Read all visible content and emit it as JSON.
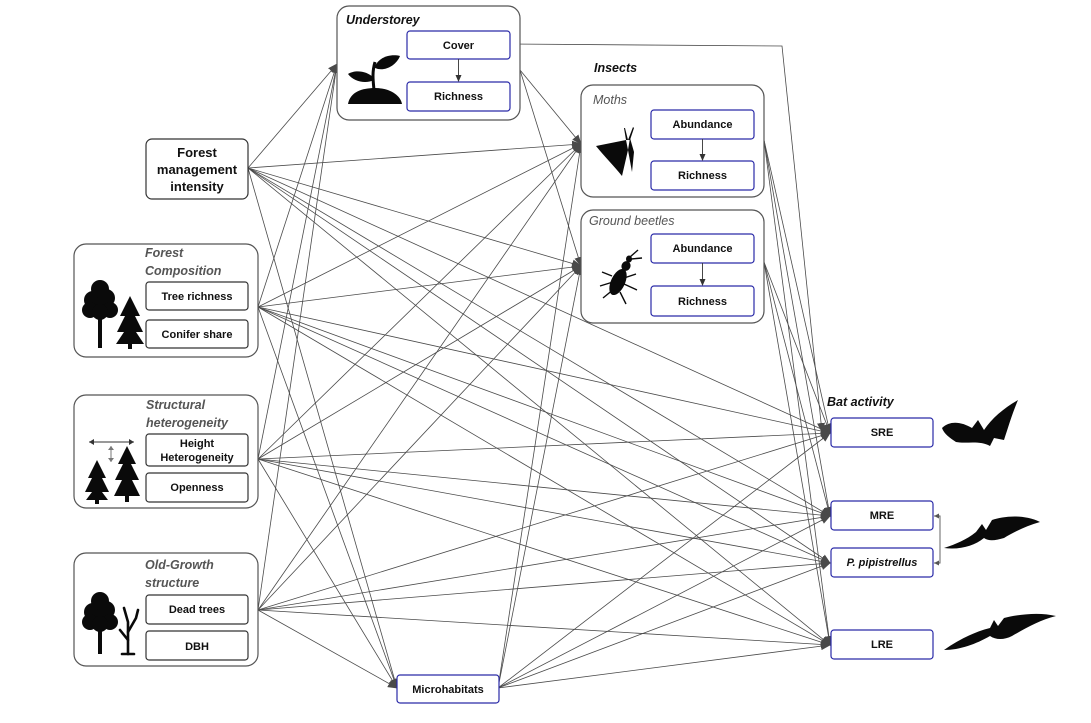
{
  "nodes": {
    "fmi": {
      "lines": [
        "Forest",
        "management",
        "intensity"
      ]
    },
    "understorey": {
      "title": "Understorey",
      "cover": "Cover",
      "richness": "Richness"
    },
    "insects": {
      "title": "Insects"
    },
    "moths": {
      "title": "Moths",
      "abundance": "Abundance",
      "richness": "Richness"
    },
    "beetles": {
      "title": "Ground beetles",
      "abundance": "Abundance",
      "richness": "Richness"
    },
    "composition": {
      "title": [
        "Forest",
        "Composition"
      ],
      "tree_richness": "Tree richness",
      "conifer_share": "Conifer share"
    },
    "structural": {
      "title": [
        "Structural",
        "heterogeneity"
      ],
      "height_het": [
        "Height",
        "Heterogeneity"
      ],
      "openness": "Openness"
    },
    "oldgrowth": {
      "title": [
        "Old-Growth",
        "structure"
      ],
      "dead_trees": "Dead trees",
      "dbh": "DBH"
    },
    "microhabitats": {
      "label": "Microhabitats"
    },
    "bats": {
      "title": "Bat activity",
      "sre": "SRE",
      "mre": "MRE",
      "pip": "P. pipistrellus",
      "lre": "LRE"
    }
  },
  "icons": [
    "plant-icon",
    "moth-icon",
    "beetle-icon",
    "deciduous-conifer-trees-icon",
    "height-conifers-icon",
    "tree-deadtree-icon",
    "sre-bat-icon",
    "mre-bat-icon",
    "lre-bat-icon"
  ],
  "colors": {
    "node_border": "#2a2aa8",
    "group_border": "#555555",
    "edge": "#4a4a4a"
  }
}
